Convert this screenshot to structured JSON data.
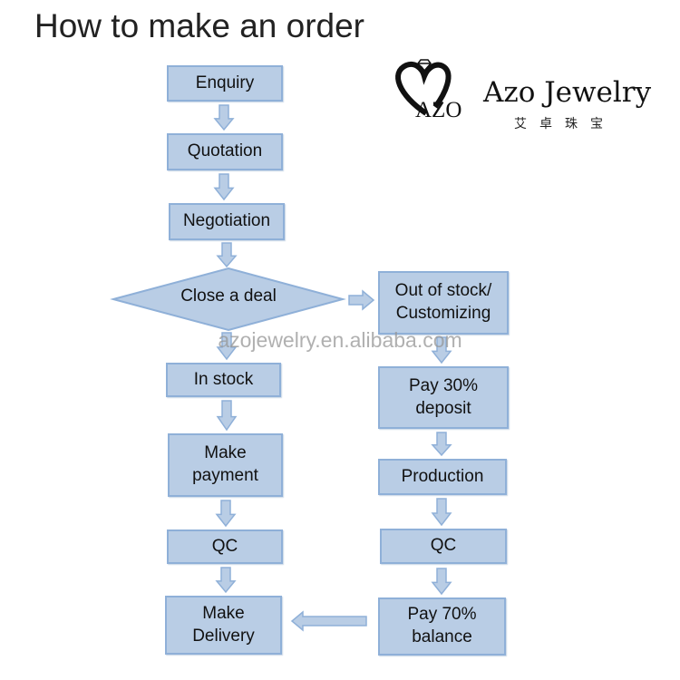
{
  "title": "How to make an order",
  "logo": {
    "mark": "AZO",
    "name": "Azo Jewelry",
    "chinese": "艾卓珠宝"
  },
  "watermark": "azojewelry.en.alibaba.com",
  "colors": {
    "box_fill": "#b9cde5",
    "box_border": "#8fb0d8"
  },
  "steps": {
    "enquiry": "Enquiry",
    "quotation": "Quotation",
    "negotiation": "Negotiation",
    "close_deal": "Close a deal",
    "out_of_stock": "Out of stock/ Customizing",
    "in_stock": "In stock",
    "pay30": "Pay 30% deposit",
    "make_payment": "Make payment",
    "production": "Production",
    "qc_left": "QC",
    "qc_right": "QC",
    "make_delivery": "Make Delivery",
    "pay70": "Pay 70% balance"
  }
}
